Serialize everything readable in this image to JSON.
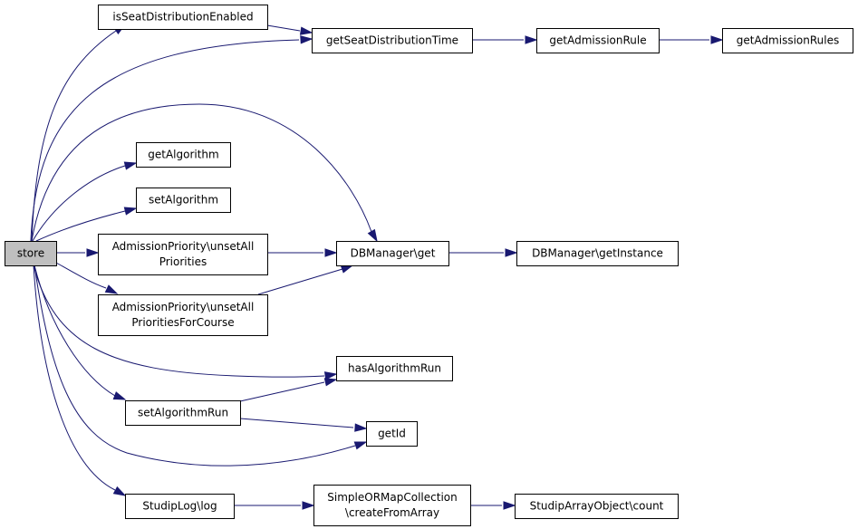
{
  "graph": {
    "nodes": {
      "store": {
        "lines": [
          "store"
        ],
        "root": true
      },
      "isSeatDistributionEnabled": {
        "lines": [
          "isSeatDistributionEnabled"
        ]
      },
      "getSeatDistributionTime": {
        "lines": [
          "getSeatDistributionTime"
        ]
      },
      "getAdmissionRule": {
        "lines": [
          "getAdmissionRule"
        ]
      },
      "getAdmissionRules": {
        "lines": [
          "getAdmissionRules"
        ]
      },
      "getAlgorithm": {
        "lines": [
          "getAlgorithm"
        ]
      },
      "setAlgorithm": {
        "lines": [
          "setAlgorithm"
        ]
      },
      "unsetAllPriorities": {
        "lines": [
          "AdmissionPriority\\unsetAll",
          "Priorities"
        ]
      },
      "unsetAllPrioritiesForCourse": {
        "lines": [
          "AdmissionPriority\\unsetAll",
          "PrioritiesForCourse"
        ]
      },
      "dbGet": {
        "lines": [
          "DBManager\\get"
        ]
      },
      "dbGetInstance": {
        "lines": [
          "DBManager\\getInstance"
        ]
      },
      "hasAlgorithmRun": {
        "lines": [
          "hasAlgorithmRun"
        ]
      },
      "setAlgorithmRun": {
        "lines": [
          "setAlgorithmRun"
        ]
      },
      "getId": {
        "lines": [
          "getId"
        ]
      },
      "studipLog": {
        "lines": [
          "StudipLog\\log"
        ]
      },
      "createFromArray": {
        "lines": [
          "SimpleORMapCollection",
          "\\createFromArray"
        ]
      },
      "arrayCount": {
        "lines": [
          "StudipArrayObject\\count"
        ]
      }
    },
    "edges": [
      [
        "store",
        "isSeatDistributionEnabled"
      ],
      [
        "store",
        "getSeatDistributionTime"
      ],
      [
        "store",
        "getAlgorithm"
      ],
      [
        "store",
        "setAlgorithm"
      ],
      [
        "store",
        "unsetAllPriorities"
      ],
      [
        "store",
        "unsetAllPrioritiesForCourse"
      ],
      [
        "store",
        "dbGet"
      ],
      [
        "store",
        "hasAlgorithmRun"
      ],
      [
        "store",
        "setAlgorithmRun"
      ],
      [
        "store",
        "getId"
      ],
      [
        "store",
        "studipLog"
      ],
      [
        "isSeatDistributionEnabled",
        "getSeatDistributionTime"
      ],
      [
        "getSeatDistributionTime",
        "getAdmissionRule"
      ],
      [
        "getAdmissionRule",
        "getAdmissionRules"
      ],
      [
        "unsetAllPriorities",
        "dbGet"
      ],
      [
        "unsetAllPrioritiesForCourse",
        "dbGet"
      ],
      [
        "dbGet",
        "dbGetInstance"
      ],
      [
        "setAlgorithmRun",
        "hasAlgorithmRun"
      ],
      [
        "setAlgorithmRun",
        "getId"
      ],
      [
        "studipLog",
        "createFromArray"
      ],
      [
        "createFromArray",
        "arrayCount"
      ]
    ],
    "colors": {
      "edge": "#191970",
      "root_fill": "#bfbfbf",
      "node_fill": "#ffffff",
      "border": "#000000"
    }
  }
}
